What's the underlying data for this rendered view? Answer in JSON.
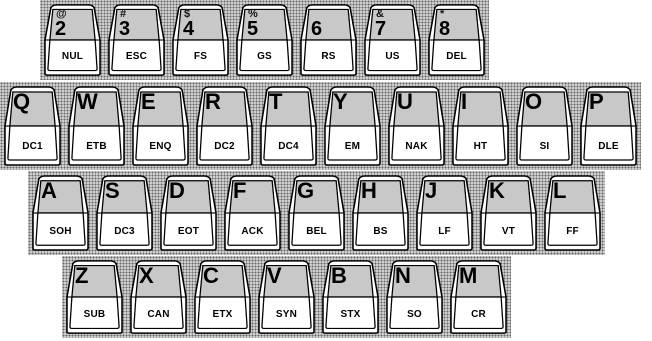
{
  "keyboard": {
    "rows": [
      {
        "keys": [
          {
            "shift": "@",
            "main": "2",
            "code": "NUL"
          },
          {
            "shift": "#",
            "main": "3",
            "code": "ESC"
          },
          {
            "shift": "$",
            "main": "4",
            "code": "FS"
          },
          {
            "shift": "%",
            "main": "5",
            "code": "GS"
          },
          {
            "shift": "",
            "main": "6",
            "code": "RS"
          },
          {
            "shift": "&",
            "main": "7",
            "code": "US"
          },
          {
            "shift": "*",
            "main": "8",
            "code": "DEL"
          }
        ]
      },
      {
        "keys": [
          {
            "main": "Q",
            "code": "DC1"
          },
          {
            "main": "W",
            "code": "ETB"
          },
          {
            "main": "E",
            "code": "ENQ"
          },
          {
            "main": "R",
            "code": "DC2"
          },
          {
            "main": "T",
            "code": "DC4"
          },
          {
            "main": "Y",
            "code": "EM"
          },
          {
            "main": "U",
            "code": "NAK"
          },
          {
            "main": "I",
            "code": "HT"
          },
          {
            "main": "O",
            "code": "SI"
          },
          {
            "main": "P",
            "code": "DLE"
          }
        ]
      },
      {
        "keys": [
          {
            "main": "A",
            "code": "SOH"
          },
          {
            "main": "S",
            "code": "DC3"
          },
          {
            "main": "D",
            "code": "EOT"
          },
          {
            "main": "F",
            "code": "ACK"
          },
          {
            "main": "G",
            "code": "BEL"
          },
          {
            "main": "H",
            "code": "BS"
          },
          {
            "main": "J",
            "code": "LF"
          },
          {
            "main": "K",
            "code": "VT"
          },
          {
            "main": "L",
            "code": "FF"
          }
        ]
      },
      {
        "keys": [
          {
            "main": "Z",
            "code": "SUB"
          },
          {
            "main": "X",
            "code": "CAN"
          },
          {
            "main": "C",
            "code": "ETX"
          },
          {
            "main": "V",
            "code": "SYN"
          },
          {
            "main": "B",
            "code": "STX"
          },
          {
            "main": "N",
            "code": "SO"
          },
          {
            "main": "M",
            "code": "CR"
          }
        ]
      }
    ]
  }
}
